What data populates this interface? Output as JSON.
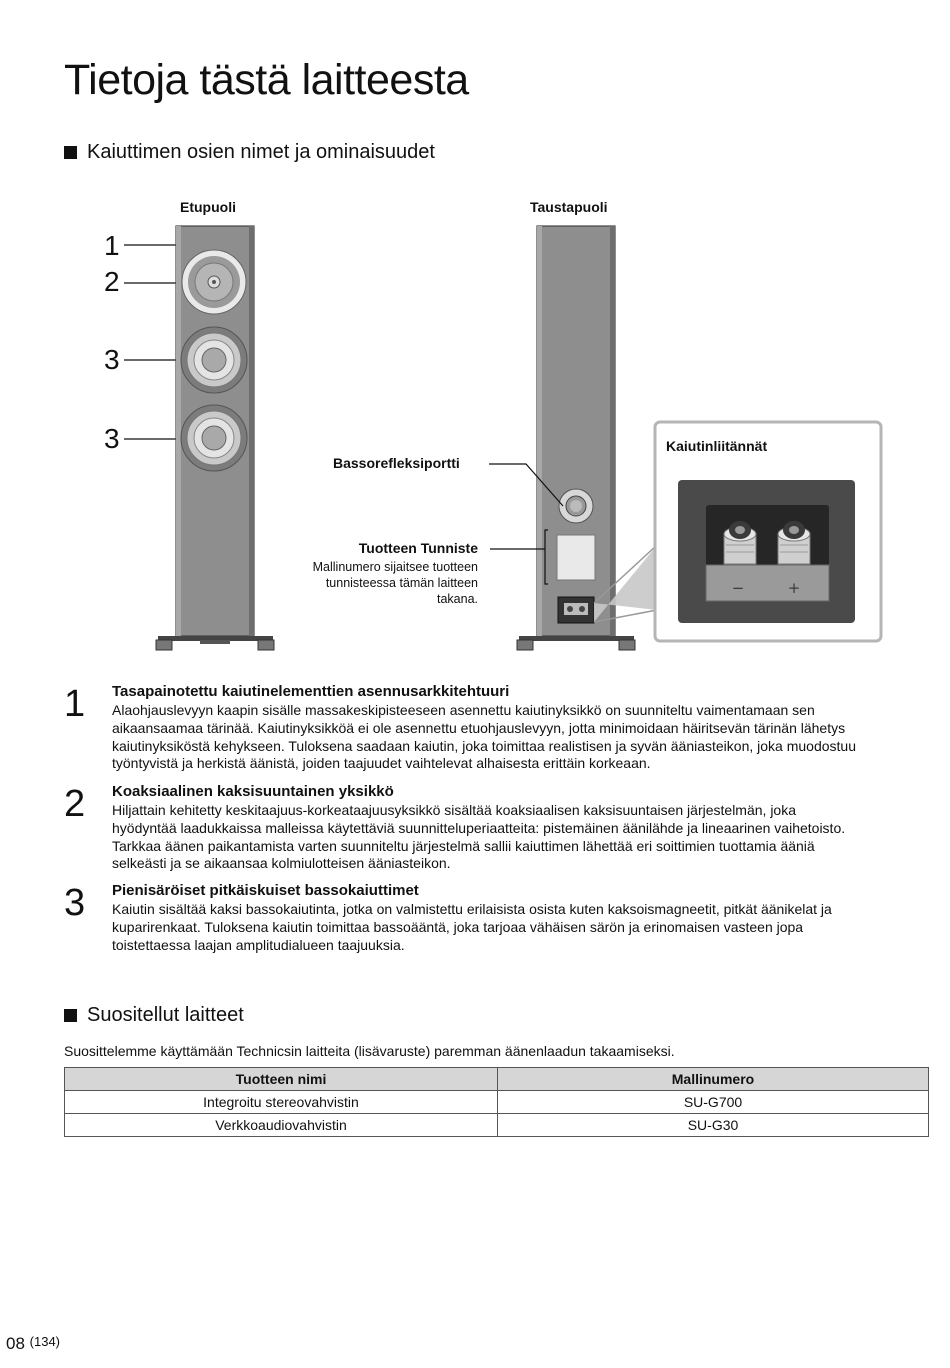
{
  "page_title": "Tietoja tästä laitteesta",
  "section1": {
    "heading": "Kaiuttimen osien nimet ja ominaisuudet",
    "front_label": "Etupuoli",
    "back_label": "Taustapuoli",
    "callouts": [
      "1",
      "2",
      "3",
      "3"
    ],
    "bass_reflex_label": "Bassorefleksiportti",
    "product_id_label": "Tuotteen Tunniste",
    "product_id_note_1": "Mallinumero sijaitsee tuotteen",
    "product_id_note_2": "tunnisteessa tämän laitteen",
    "product_id_note_3": "takana.",
    "terminals_label": "Kaiutinliitännät",
    "terminal_minus": "−",
    "terminal_plus": "+"
  },
  "features": [
    {
      "num": "1",
      "title": "Tasapainotettu kaiutinelementtien asennusarkkitehtuuri",
      "lines": [
        "Alaohjauslevyyn kaapin sisälle massakeskipisteeseen asennettu kaiutinyksikkö on suunniteltu vaimentamaan sen",
        "aikaansaamaa tärinää. Kaiutinyksikköä ei ole asennettu etuohjauslevyyn, jotta minimoidaan häiritsevän tärinän lähetys",
        "kaiutinyksiköstä kehykseen. Tuloksena saadaan kaiutin, joka toimittaa realistisen ja syvän ääniasteikon, joka muodostuu",
        "työntyvistä ja herkistä äänistä, joiden taajuudet vaihtelevat alhaisesta erittäin korkeaan."
      ]
    },
    {
      "num": "2",
      "title": "Koaksiaalinen kaksisuuntainen yksikkö",
      "lines": [
        "Hiljattain kehitetty keskitaajuus-korkeataajuusyksikkö sisältää koaksiaalisen kaksisuuntaisen järjestelmän, joka",
        "hyödyntää laadukkaissa malleissa käytettäviä suunnitteluperiaatteita: pistemäinen äänilähde ja lineaarinen vaihetoisto.",
        "Tarkkaa äänen paikantamista varten suunniteltu järjestelmä sallii kaiuttimen lähettää eri soittimien tuottamia ääniä",
        "selkeästi ja se aikaansaa kolmiulotteisen ääniasteikon."
      ]
    },
    {
      "num": "3",
      "title": "Pienisäröiset pitkäiskuiset bassokaiuttimet",
      "lines": [
        "Kaiutin sisältää kaksi bassokaiutinta, jotka on valmistettu erilaisista osista kuten kaksoismagneetit, pitkät äänikelat ja",
        "kuparirenkaat. Tuloksena kaiutin toimittaa bassoääntä, joka tarjoaa vähäisen särön ja erinomaisen vasteen jopa",
        "toistettaessa laajan amplitudialueen taajuuksia."
      ]
    }
  ],
  "section2": {
    "heading": "Suositellut laitteet",
    "intro": "Suosittelemme käyttämään Technicsin laitteita (lisävaruste) paremman äänenlaadun takaamiseksi.",
    "table": {
      "headers": [
        "Tuotteen nimi",
        "Mallinumero"
      ],
      "rows": [
        [
          "Integroitu stereovahvistin",
          "SU-G700"
        ],
        [
          "Verkkoaudiovahvistin",
          "SU-G30"
        ]
      ]
    }
  },
  "footer": {
    "page_number": "08",
    "page_total": "(134)"
  }
}
